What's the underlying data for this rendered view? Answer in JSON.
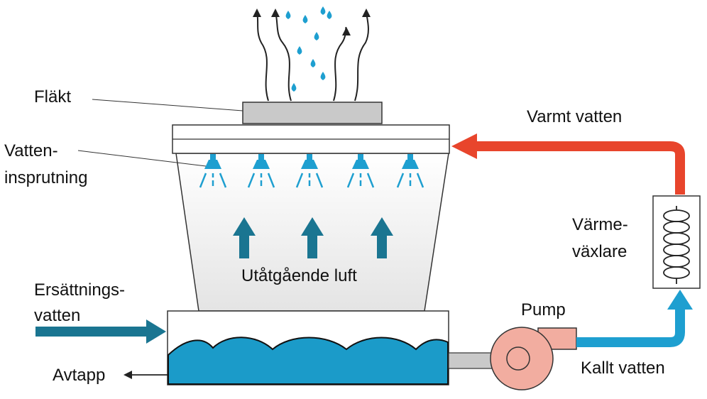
{
  "labels": {
    "fan": "Fläkt",
    "spray_line1": "Vatten-",
    "spray_line2": "insprutning",
    "hot_water": "Varmt vatten",
    "heat_ex_line1": "Värme-",
    "heat_ex_line2": "växlare",
    "air_out": "Utåtgående luft",
    "makeup_line1": "Ersättnings-",
    "makeup_line2": "vatten",
    "pump": "Pump",
    "drain": "Avtapp",
    "cold_water": "Kallt vatten"
  },
  "colors": {
    "hot_pipe": "#e8452c",
    "cold_pipe": "#1e9fd0",
    "water": "#1b9bc9",
    "air_arrow": "#1a7591",
    "makeup_arrow": "#1a7591",
    "fan": "#c9c9c9",
    "pump": "#f2ada0",
    "spray": "#1e9fd0"
  }
}
